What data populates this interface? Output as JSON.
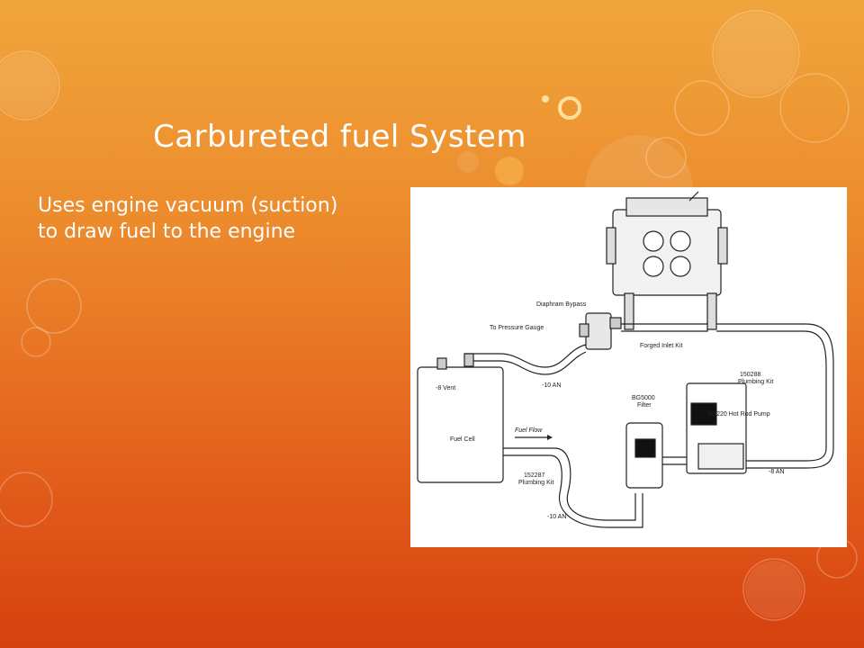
{
  "slide": {
    "title": "Carbureted fuel System",
    "body": "Uses engine vacuum (suction) to draw fuel to the engine"
  },
  "theme": {
    "accent": "#f0a63c",
    "bottom": "#d6400f",
    "text": "#ffffff"
  },
  "diagram": {
    "labels": {
      "diaphragm_bypass": "Diaphram Bypass",
      "pressure_gauge": "To Pressure Gauge",
      "forged_inlet": "Forged Inlet Kit",
      "vent": "-8 Vent",
      "an10_top": "-10 AN",
      "plumbing_150288_a": "150288",
      "plumbing_150288_b": "Plumbing Kit",
      "filter_a": "BG5000",
      "filter_b": "Filter",
      "pump": "BG220 Hot Rod Pump",
      "fuel_cell": "Fuel Cell",
      "fuel_flow": "Fuel Flow",
      "plumbing_152287_a": "152287",
      "plumbing_152287_b": "Plumbing Kit",
      "an8": "-8 AN",
      "an10_bottom": "-10 AN"
    }
  }
}
